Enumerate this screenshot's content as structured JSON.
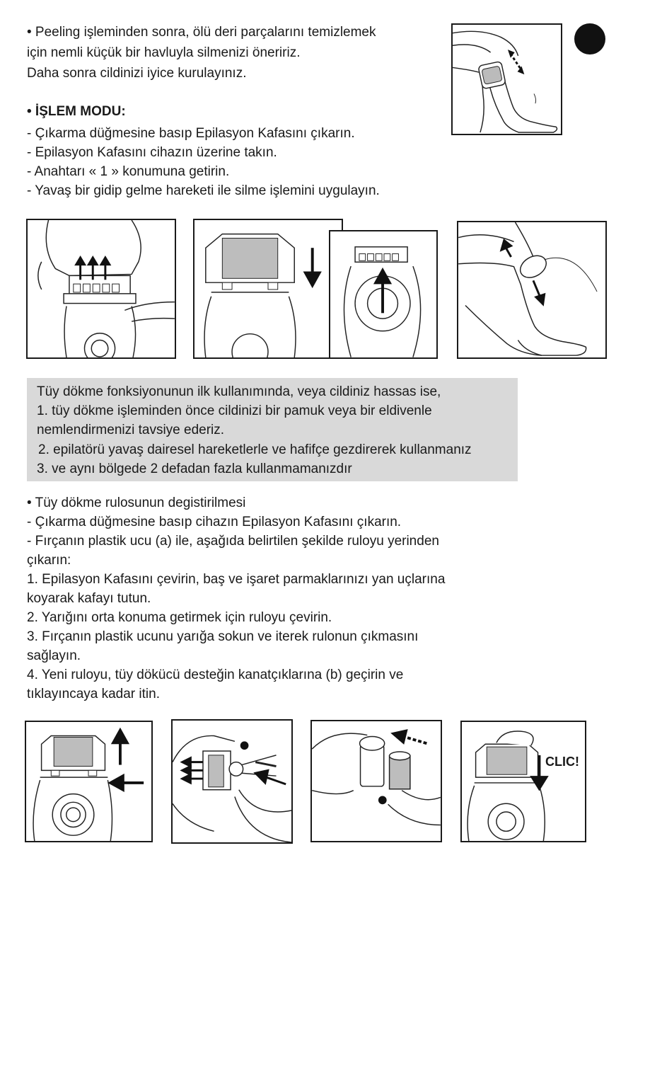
{
  "section1": {
    "lines": [
      "• Peeling işleminden sonra, ölü deri parçalarını temizlemek",
      "için nemli küçük bir havluyla silmenizi öneririz.",
      "Daha sonra cildinizi iyice kurulayınız."
    ]
  },
  "operation": {
    "heading": "•  İŞLEM MODU:",
    "steps": [
      "- Çıkarma düğmesine basıp Epilasyon Kafasını çıkarın.",
      "- Epilasyon Kafasını cihazın üzerine takın.",
      "- Anahtarı « 1 » konumuna getirin.",
      "- Yavaş bir gidip gelme hareketi ile silme işlemini uygulayın."
    ]
  },
  "note": {
    "lines": [
      "Tüy  dökme fonksiyonunun ilk kullanımında, veya cildiniz hassas  ise,",
      "1. tüy dökme işleminden önce cildinizi bir pamuk veya bir eldivenle",
      "nemlendirmenizi tavsiye ederiz.",
      "2. epilatörü yavaş dairesel hareketlerle ve hafifçe gezdirerek kullanmanız",
      "3. ve aynı bölgede 2 defadan fazla kullanmamanızdır"
    ]
  },
  "roller": {
    "lines": [
      "• Tüy dökme rulosunun degistirilmesi",
      "- Çıkarma düğmesine basıp cihazın Epilasyon Kafasını çıkarın.",
      "- Fırçanın plastik ucu (a) ile, aşağıda belirtilen şekilde ruloyu yerinden",
      "çıkarın:",
      "1. Epilasyon Kafasını çevirin, baş ve işaret parmaklarınızı yan uçlarına",
      "koyarak kafayı tutun.",
      "2. Yarığını orta konuma getirmek için ruloyu çevirin.",
      "3. Fırçanın plastik ucunu yarığa sokun ve iterek rulonun çıkmasını",
      "sağlayın.",
      "4. Yeni ruloyu, tüy dökücü desteğin kanatçıklarına (b) geçirin ve",
      "tıklayıncaya kadar itin."
    ]
  },
  "figure_labels": {
    "clic": "CLIC!"
  },
  "icons": {
    "top_right_marker": "black-circle-icon"
  }
}
